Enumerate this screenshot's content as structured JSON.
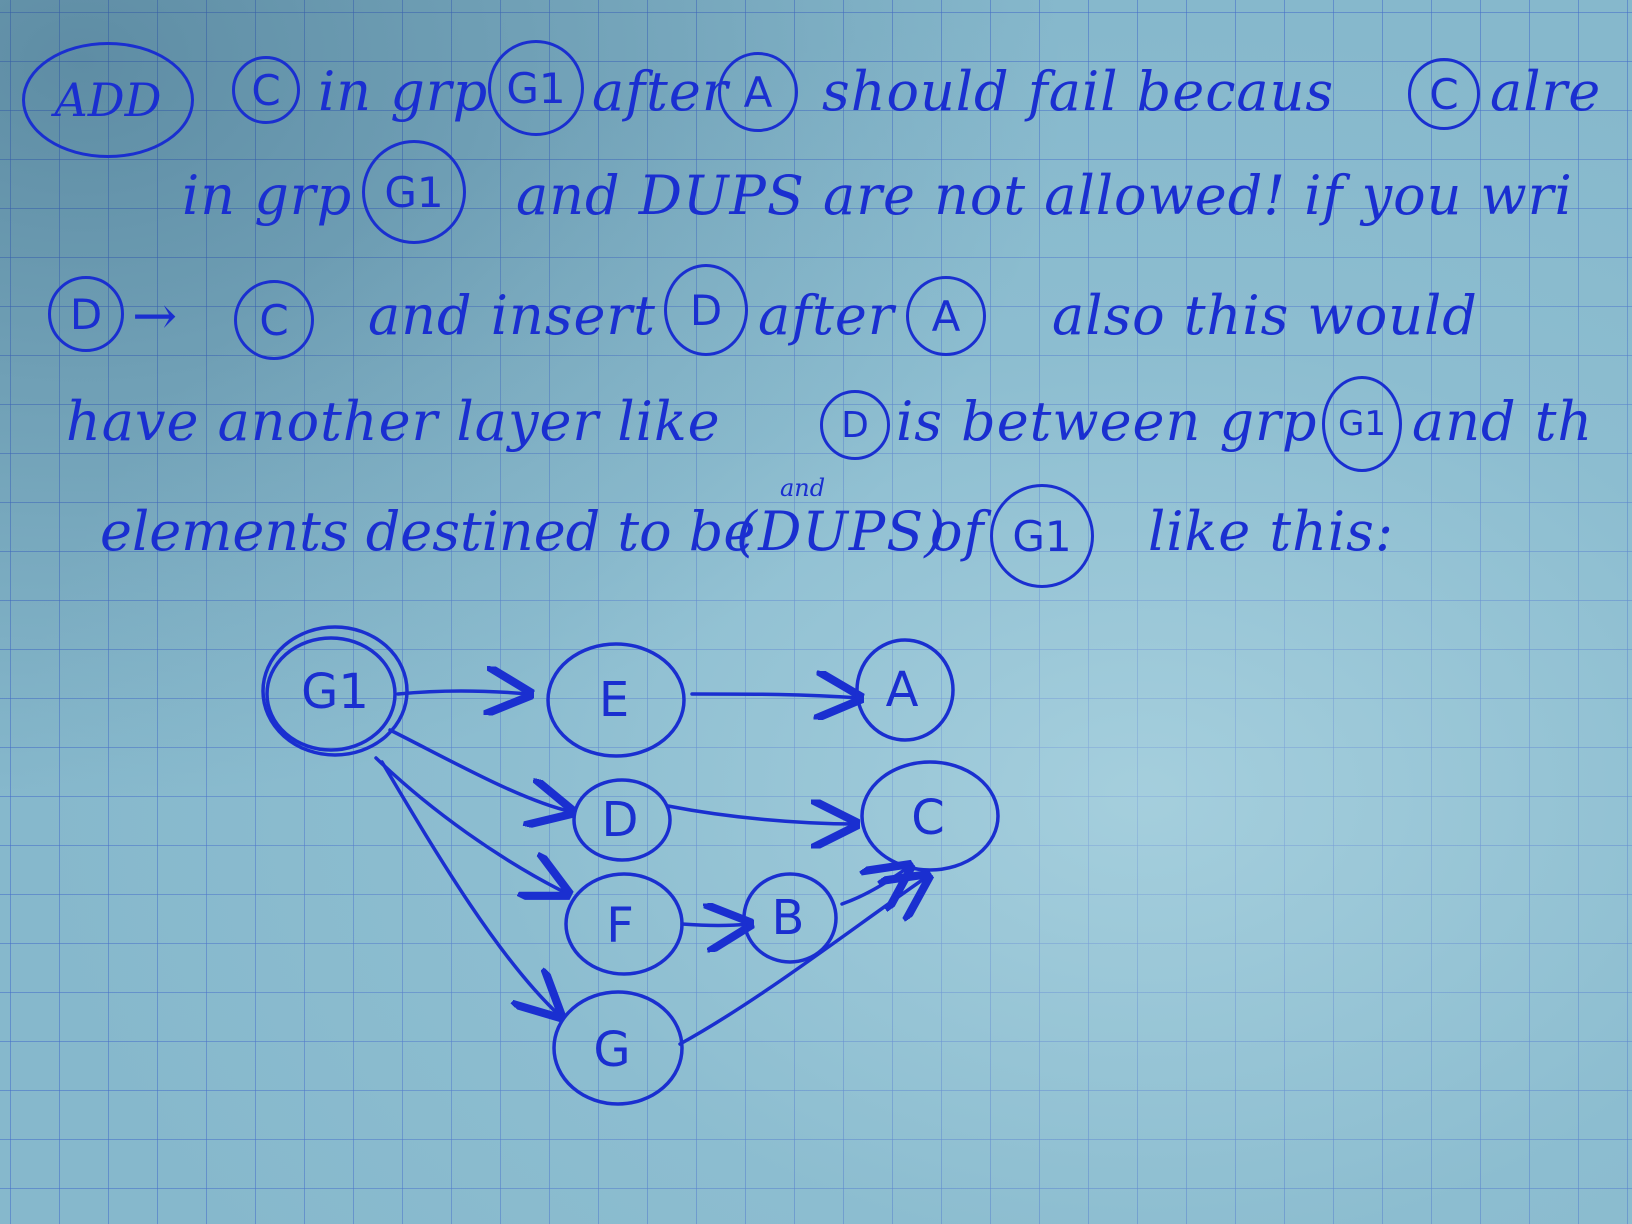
{
  "note": {
    "line1": {
      "badge": "ADD",
      "c1": "C",
      "t1": "in grp",
      "g1": "G1",
      "t2": "after",
      "a1": "A",
      "t3": "should fail becaus",
      "c2": "C",
      "t4": "alre"
    },
    "line2": {
      "t1": "in grp",
      "g1": "G1",
      "t2": "and DUPS are not allowed! if you wri"
    },
    "line3": {
      "d1": "D",
      "arrow": "→",
      "c1": "C",
      "t1": "and insert",
      "d2": "D",
      "t2": "after",
      "a1": "A",
      "t3": "also this would"
    },
    "line4": {
      "t1": "have another layer like",
      "d1": "D",
      "t2": "is between grp",
      "g1": "G1",
      "t3": "and th"
    },
    "line5": {
      "t1": "elements destined to be",
      "sup": "and",
      "t2": "(DUPS)",
      "t3": "of",
      "g1": "G1",
      "t4": "like this:"
    }
  },
  "diagram": {
    "nodes": [
      {
        "id": "G1",
        "label": "G1"
      },
      {
        "id": "E",
        "label": "E"
      },
      {
        "id": "A",
        "label": "A"
      },
      {
        "id": "D",
        "label": "D"
      },
      {
        "id": "C",
        "label": "C"
      },
      {
        "id": "F",
        "label": "F"
      },
      {
        "id": "B",
        "label": "B"
      },
      {
        "id": "G",
        "label": "G"
      }
    ],
    "edges": [
      {
        "from": "G1",
        "to": "E"
      },
      {
        "from": "E",
        "to": "A"
      },
      {
        "from": "G1",
        "to": "D"
      },
      {
        "from": "D",
        "to": "C"
      },
      {
        "from": "G1",
        "to": "F"
      },
      {
        "from": "F",
        "to": "B"
      },
      {
        "from": "B",
        "to": "C"
      },
      {
        "from": "G1",
        "to": "G"
      },
      {
        "from": "G",
        "to": "C"
      }
    ]
  },
  "colors": {
    "ink": "#1a2fd0",
    "paper": "#86b8cc",
    "grid": "#466ec8"
  }
}
